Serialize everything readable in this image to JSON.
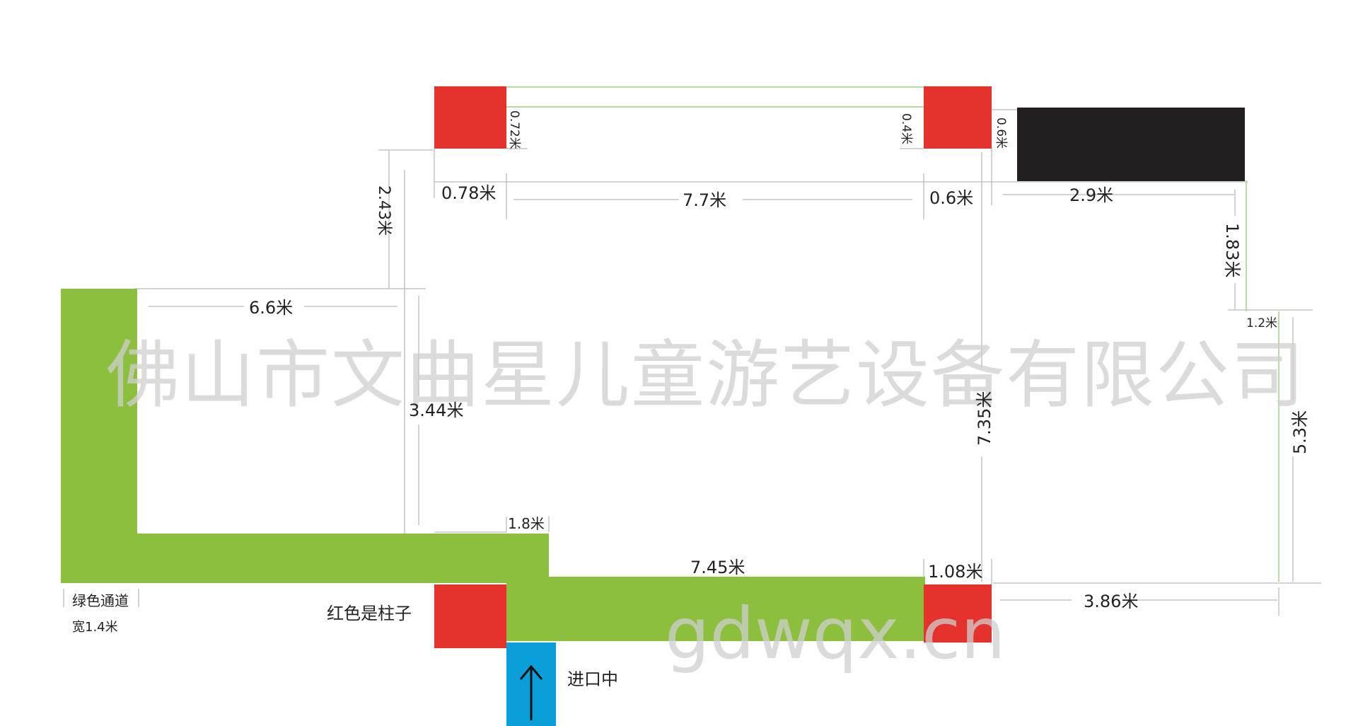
{
  "colors": {
    "pillar": "#e5322d",
    "channel": "#8dbf3e",
    "entrance": "#0a9fd8",
    "equipment": "#231f20",
    "dimension_line": "#bbbbbb",
    "outline_green": "#b8dca0",
    "text": "#222222",
    "watermark": "#cccccc"
  },
  "labels": {
    "top_left_pillar_width": "0.78米",
    "top_middle_span": "7.7米",
    "top_right_pillar_width": "0.6米",
    "black_block_width": "2.9米",
    "top_left_pillar_height": "0.72米",
    "top_right_pillar_height": "0.4米",
    "black_block_gap": "0.6米",
    "left_offset_height": "2.43米",
    "right_offset_height": "1.83米",
    "right_small_offset": "1.2米",
    "left_room_width": "6.6米",
    "left_room_height": "3.44米",
    "main_room_height": "7.35米",
    "right_room_height": "5.3米",
    "channel_step_width": "1.8米",
    "bottom_channel_length": "7.45米",
    "bottom_right_pillar_width": "1.08米",
    "bottom_right_extension": "3.86米",
    "green_channel_title": "绿色通道",
    "green_channel_width": "宽1.4米",
    "red_legend": "红色是柱子",
    "entrance": "进口中"
  },
  "icons": {
    "entrance_arrow": "up-arrow-icon"
  },
  "watermark": {
    "company": "佛山市文曲星儿童游艺设备有限公司",
    "site": "gdwqx.cn"
  }
}
